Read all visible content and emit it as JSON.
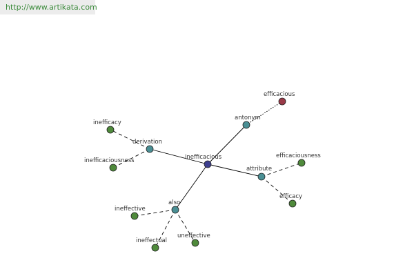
{
  "header": {
    "url": "http://www.artikata.com"
  },
  "colors": {
    "center": "#3d3f8f",
    "relation": "#4a8f94",
    "leaf": "#4f8a3b",
    "antonym_leaf": "#9a3a48",
    "edge": "#000000"
  },
  "graph": {
    "center": {
      "label": "inefficacious"
    },
    "relations": [
      {
        "label": "derivation",
        "leaves": [
          "inefficacy",
          "inefficaciousness"
        ]
      },
      {
        "label": "antonym",
        "leaves": [
          "efficacious"
        ]
      },
      {
        "label": "attribute",
        "leaves": [
          "efficaciousness",
          "efficacy"
        ]
      },
      {
        "label": "also",
        "leaves": [
          "ineffective",
          "ineffectual",
          "uneffective"
        ]
      }
    ]
  }
}
